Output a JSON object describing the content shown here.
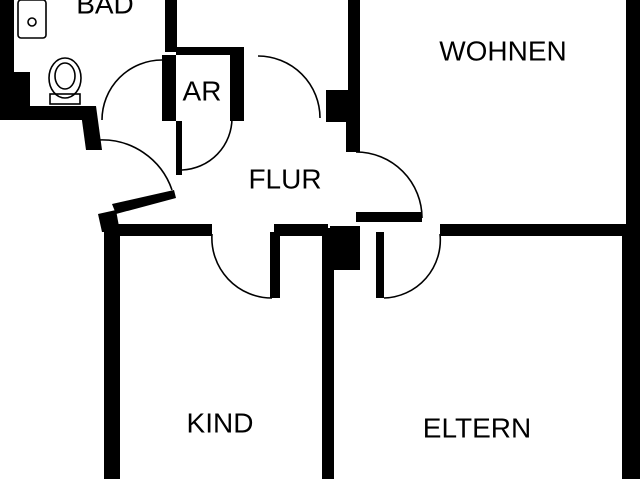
{
  "floorplan": {
    "rooms": {
      "bad": "BAD",
      "ar": "AR",
      "wohnen": "WOHNEN",
      "flur": "FLUR",
      "kind": "KIND",
      "eltern": "ELTERN"
    },
    "colors": {
      "wall": "#000000",
      "background": "#ffffff"
    }
  }
}
